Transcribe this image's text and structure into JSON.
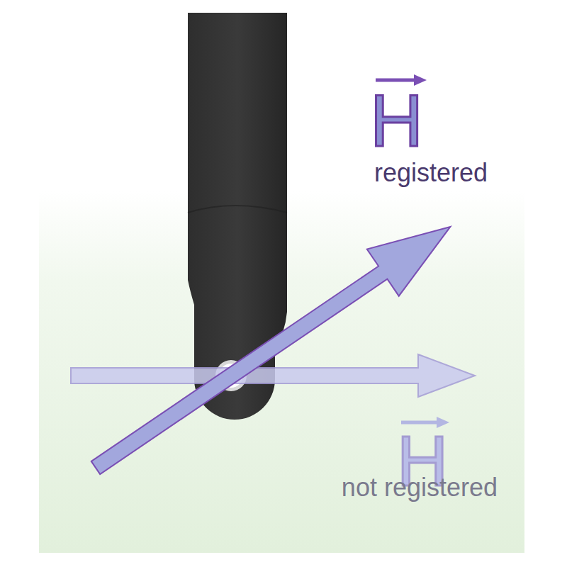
{
  "diagram": {
    "labels": [
      "H",
      "registered",
      "H",
      "not registered"
    ]
  }
}
